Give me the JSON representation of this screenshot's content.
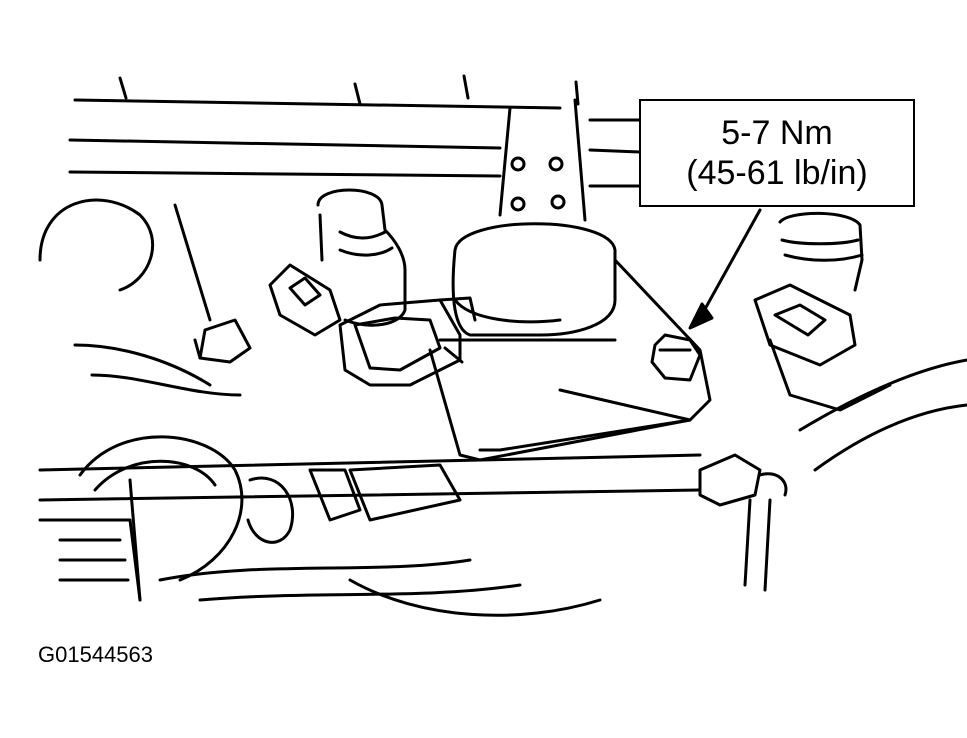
{
  "callout": {
    "torque_nm": "5-7 Nm",
    "torque_lb_in": "(45-61 lb/in)"
  },
  "figure_id": "G01544563",
  "colors": {
    "line": "#000000",
    "background": "#ffffff"
  }
}
